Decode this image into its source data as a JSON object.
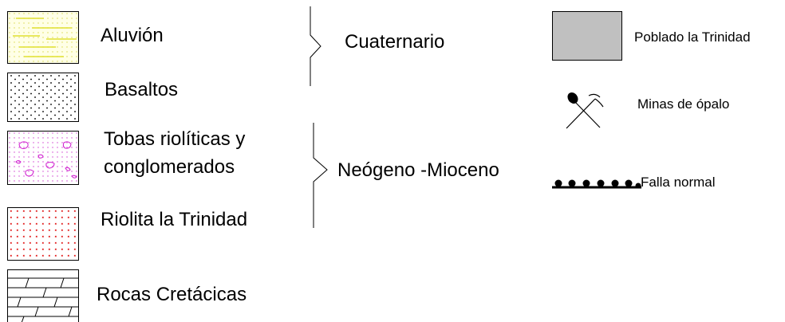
{
  "legend": {
    "units": [
      {
        "label": "Aluvión",
        "pattern": "alluvium-pattern",
        "color": "#e8e84a"
      },
      {
        "label": "Basaltos",
        "pattern": "crosses-pattern",
        "color": "#000000"
      },
      {
        "label_line1": "Tobas riolíticas y",
        "label_line2": "conglomerados",
        "pattern": "tuff-pattern",
        "color": "#d020d0"
      },
      {
        "label": "Riolita la Trinidad",
        "pattern": "red-dots-pattern",
        "color": "#e01010"
      },
      {
        "label": "Rocas Cretácicas",
        "pattern": "brick-lines-pattern",
        "color": "#000000"
      }
    ],
    "ages": [
      {
        "label": "Cuaternario"
      },
      {
        "label": "Neógeno -Mioceno"
      }
    ],
    "symbols": [
      {
        "label": "Poblado la Trinidad",
        "icon": "town-area-icon",
        "color": "#c0c0c0"
      },
      {
        "label": "Minas de ópalo",
        "icon": "pick-and-shovel-icon"
      },
      {
        "label": "Falla normal",
        "icon": "normal-fault-icon"
      }
    ]
  }
}
